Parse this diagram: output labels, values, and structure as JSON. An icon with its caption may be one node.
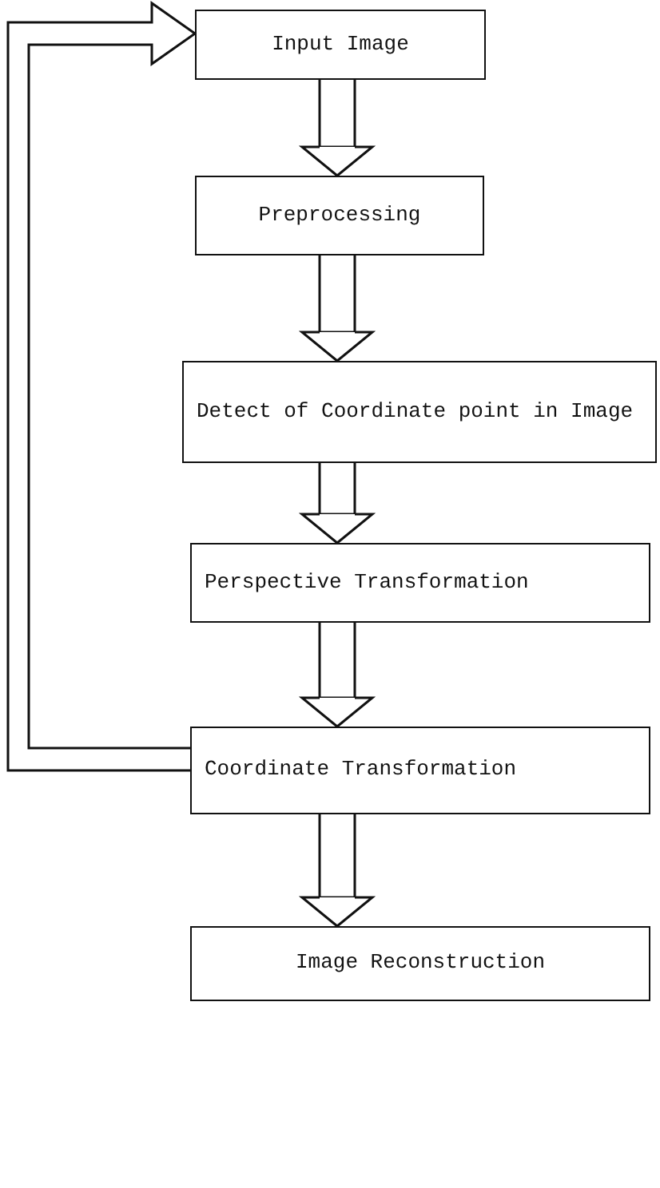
{
  "diagram": {
    "nodes": [
      {
        "text": [
          "Input Image"
        ]
      },
      {
        "text": [
          "Preprocessing"
        ]
      },
      {
        "text": [
          "Detect of Coordinate point in Image"
        ]
      },
      {
        "text": [
          "Perspective Transformation"
        ]
      },
      {
        "text": [
          "Coordinate Transformation"
        ]
      },
      {
        "text": [
          "Image Reconstruction"
        ]
      }
    ],
    "edges": [
      {
        "from": 0,
        "to": 1,
        "arrow": "to"
      },
      {
        "from": 1,
        "to": 2,
        "arrow": "to"
      },
      {
        "from": 2,
        "to": 3,
        "arrow": "to"
      },
      {
        "from": 3,
        "to": 4,
        "arrow": "to"
      },
      {
        "from": 4,
        "to": 5,
        "arrow": "to"
      },
      {
        "from": 4,
        "to": 0,
        "arrow": "to"
      }
    ]
  }
}
